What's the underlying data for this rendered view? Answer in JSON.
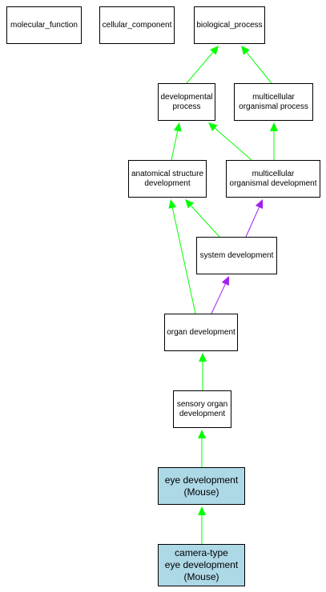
{
  "colors": {
    "is_a_edge": "#00ff00",
    "part_of_edge": "#a020f0",
    "highlight_fill": "#add8e6"
  },
  "nodes": {
    "molecular_function": "molecular_function",
    "cellular_component": "cellular_component",
    "biological_process": "biological_process",
    "developmental_process": "developmental\nprocess",
    "multicellular_organismal_process": "multicellular\norganismal process",
    "anatomical_structure_development": "anatomical structure\ndevelopment",
    "multicellular_organismal_development": "multicellular\norganismal development",
    "system_development": "system development",
    "organ_development": "organ development",
    "sensory_organ_development": "sensory organ\ndevelopment",
    "eye_development": "eye development\n(Mouse)",
    "camera_type_eye_development": "camera-type\neye development\n(Mouse)"
  },
  "edges": [
    {
      "from": "developmental_process",
      "to": "biological_process",
      "type": "is_a"
    },
    {
      "from": "multicellular_organismal_process",
      "to": "biological_process",
      "type": "is_a"
    },
    {
      "from": "anatomical_structure_development",
      "to": "developmental_process",
      "type": "is_a"
    },
    {
      "from": "multicellular_organismal_development",
      "to": "developmental_process",
      "type": "is_a"
    },
    {
      "from": "multicellular_organismal_development",
      "to": "multicellular_organismal_process",
      "type": "is_a"
    },
    {
      "from": "system_development",
      "to": "anatomical_structure_development",
      "type": "is_a"
    },
    {
      "from": "system_development",
      "to": "multicellular_organismal_development",
      "type": "part_of"
    },
    {
      "from": "organ_development",
      "to": "anatomical_structure_development",
      "type": "is_a"
    },
    {
      "from": "organ_development",
      "to": "system_development",
      "type": "part_of"
    },
    {
      "from": "sensory_organ_development",
      "to": "organ_development",
      "type": "is_a"
    },
    {
      "from": "eye_development",
      "to": "sensory_organ_development",
      "type": "is_a"
    },
    {
      "from": "camera_type_eye_development",
      "to": "eye_development",
      "type": "is_a"
    }
  ]
}
